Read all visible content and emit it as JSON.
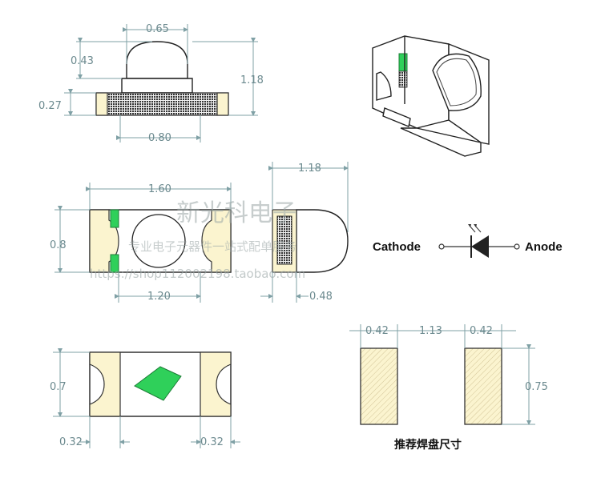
{
  "dimensions": {
    "side_lens_width": "0.65",
    "side_lens_height": "0.43",
    "side_total_height": "1.18",
    "side_base_height": "0.27",
    "side_base_width": "0.80",
    "top_length": "1.60",
    "top_width": "0.8",
    "top_inner": "1.20",
    "end_height": "1.18",
    "end_width": "0.48",
    "bottom_width": "0.7",
    "bottom_pad_left": "0.32",
    "bottom_pad_right": "0.32",
    "pad_width_left": "0.42",
    "pad_gap": "1.13",
    "pad_width_right": "0.42",
    "pad_height": "0.75"
  },
  "symbol": {
    "cathode_label": "Cathode",
    "anode_label": "Anode"
  },
  "footprint_caption": "推荐焊盘尺寸",
  "watermark": {
    "line1": "新光科电子",
    "line2": "专业电子元器件一站式配单服务",
    "line3": "https://shop112002198.taobao.com"
  },
  "colors": {
    "outline": "#222222",
    "dimension": "#7fa0a5",
    "pad_fill": "#fbf4cf",
    "polarity_mark": "#2fd05a"
  }
}
